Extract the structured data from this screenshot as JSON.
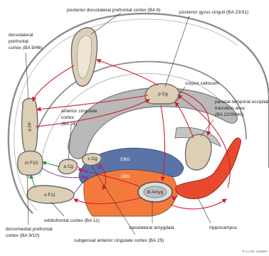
{
  "labels": {
    "pdlpfc": "posterior dorsolateral prefrontal cortex (BA 6)",
    "pgc": "posterior gyrus cinguli (BA 23/31)",
    "dlpfc_1": "dorsolateral",
    "dlpfc_2": "prefrontal",
    "dlpfc_3": "cortex (BA 9/46)",
    "cc": "corpus callosum",
    "ptot_1": "parietal-temporal-occipital",
    "ptot_2": "transition area",
    "ptot_3": "(BA 22/39/40)",
    "acc_1": "anterior cingulate",
    "acc_2": "cortex",
    "acc_3": "(BA 24)",
    "ofc": "orbitofrontal cortex (BA 11)",
    "bla": "basolateral amygdala",
    "hippo": "hippocampus",
    "dmpfc_1": "dorsomedial prefrontal",
    "dmpfc_2": "cortex (BA 9/10)",
    "sacc": "subgenual anterior cingulate cortex (BA 25)",
    "credit": "© A.J.M. Loonen"
  },
  "regions": {
    "dpf": "d PF",
    "pcg": "p Cg",
    "mf10": "m F10",
    "acg": "a Cg",
    "scg": "s Cg",
    "of11": "o F11",
    "ebg": "EBG",
    "lbg": "LBG",
    "blamyg": "bl Amyg"
  },
  "colors": {
    "cortex_area": "#dccfb5",
    "ebg": "#5b74a8",
    "lbg": "#f47a3c",
    "hippocampus": "#e8492f",
    "projection_red": "#d11f2e",
    "projection_purple": "#7d3f98",
    "projection_green": "#2f8f3a",
    "tissue_gray": "#b9b9b9"
  }
}
